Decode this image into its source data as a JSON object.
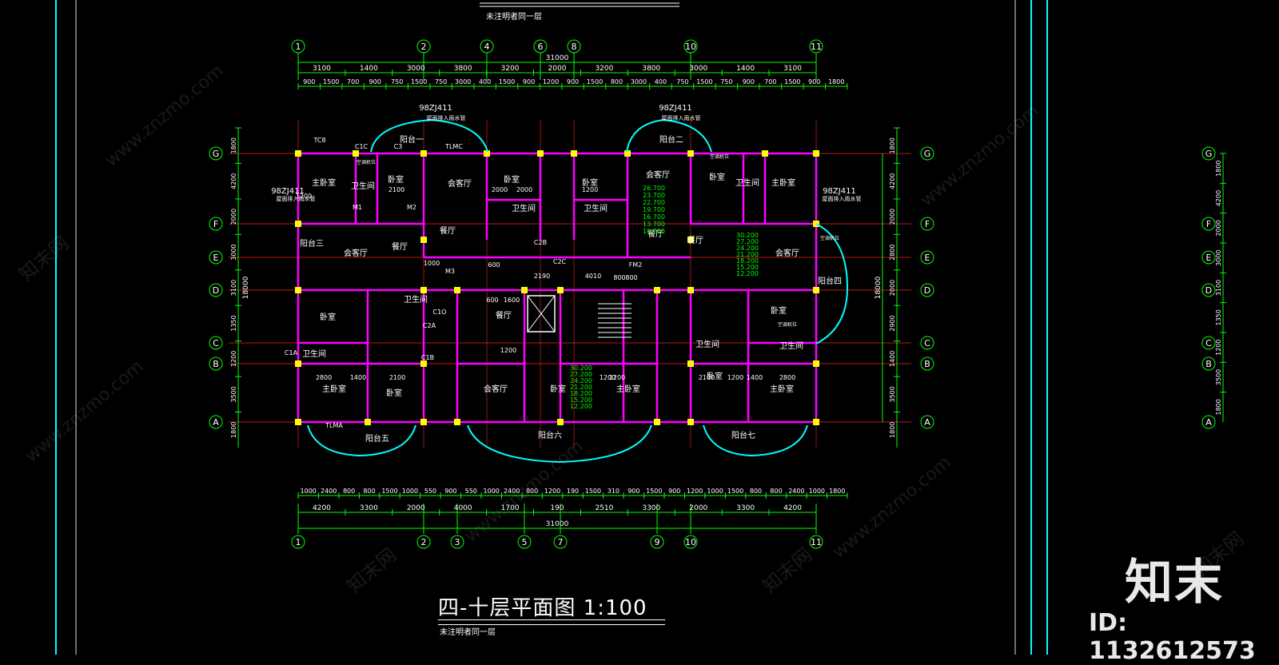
{
  "drawing": {
    "title": "四-十层平面图 1:100",
    "subtitle": "未注明者同一层",
    "top_subtitle": "未注明者同一层",
    "colors": {
      "background": "#000000",
      "grid_axis": "#ff2020",
      "walls": "#ff00ff",
      "columns": "#ffff00",
      "dimension": "#00ff00",
      "frame": "#00ffff",
      "text": "#ffffff"
    }
  },
  "axes": {
    "vertical_top": [
      "1",
      "2",
      "4",
      "6",
      "8",
      "10",
      "11"
    ],
    "vertical_bottom": [
      "1",
      "2",
      "3",
      "5",
      "7",
      "9",
      "10",
      "11"
    ],
    "horizontal": [
      "G",
      "F",
      "E",
      "D",
      "C",
      "B",
      "A"
    ]
  },
  "dimensions": {
    "top_total": "31000",
    "top_row1": [
      "3100",
      "1400",
      "3000",
      "3800",
      "3200",
      "2000",
      "3200",
      "3800",
      "3000",
      "1400",
      "3100"
    ],
    "top_row2": [
      "900",
      "1500",
      "700",
      "900",
      "750",
      "1500",
      "750",
      "3000",
      "400",
      "1500",
      "900",
      "1200",
      "900",
      "1500",
      "800",
      "3000",
      "400",
      "750",
      "1500",
      "750",
      "900",
      "700",
      "1500",
      "900",
      "1800"
    ],
    "bottom_total": "31000",
    "bottom_row1": [
      "1000",
      "2400",
      "800",
      "800",
      "1500",
      "1000",
      "550",
      "900",
      "550",
      "1000",
      "2400",
      "800",
      "1200",
      "190",
      "1500",
      "310",
      "900",
      "1500",
      "900",
      "1200",
      "1000",
      "1500",
      "800",
      "800",
      "2400",
      "1000",
      "1800"
    ],
    "bottom_row2": [
      "4200",
      "3300",
      "2000",
      "4000",
      "1700",
      "190",
      "2510",
      "3300",
      "2000",
      "3300",
      "4200"
    ],
    "left_side": [
      "1800",
      "4200",
      "2000",
      "3000",
      "3100",
      "1350",
      "1200",
      "3500",
      "1800"
    ],
    "left_total": "18000",
    "right_side": [
      "1800",
      "4200",
      "2000",
      "2800",
      "2000",
      "2900",
      "1400",
      "3500",
      "1800"
    ],
    "right_total": "18000"
  },
  "rooms": [
    {
      "label": "主卧室"
    },
    {
      "label": "卫生间"
    },
    {
      "label": "卧室"
    },
    {
      "label": "会客厅"
    },
    {
      "label": "卧室"
    },
    {
      "label": "卫生间"
    },
    {
      "label": "卧室"
    },
    {
      "label": "会客厅"
    },
    {
      "label": "卧室"
    },
    {
      "label": "卫生间"
    },
    {
      "label": "主卧室"
    },
    {
      "label": "会客厅"
    },
    {
      "label": "餐厅"
    },
    {
      "label": "餐厅"
    },
    {
      "label": "餐厅"
    },
    {
      "label": "餐厅"
    },
    {
      "label": "会客厅"
    },
    {
      "label": "阳台一"
    },
    {
      "label": "阳台二"
    },
    {
      "label": "阳台三"
    },
    {
      "label": "阳台四"
    },
    {
      "label": "阳台五"
    },
    {
      "label": "阳台六"
    },
    {
      "label": "阳台七"
    },
    {
      "label": "卧室"
    },
    {
      "label": "卫生间"
    },
    {
      "label": "主卧室"
    },
    {
      "label": "卧室"
    },
    {
      "label": "会客厅"
    },
    {
      "label": "卧室"
    },
    {
      "label": "主卧室"
    },
    {
      "label": "卧室"
    },
    {
      "label": "卫生间"
    },
    {
      "label": "卧室"
    },
    {
      "label": "主卧室"
    },
    {
      "label": "卫生间"
    },
    {
      "label": "卫生间"
    },
    {
      "label": "卫生间"
    },
    {
      "label": "餐厅"
    }
  ],
  "annotations": {
    "std_refs": [
      "98ZJ411",
      "98ZJ411",
      "98ZJ411",
      "98ZJ411"
    ],
    "pipe_note": "屋面排入雨水管",
    "window_codes": [
      "TC8",
      "C1C",
      "C3",
      "TLMC",
      "C2C",
      "C2B",
      "C1A",
      "TLMA",
      "C1B",
      "C2A",
      "C1O",
      "M1",
      "M2",
      "M3",
      "FM2"
    ],
    "elevations_left": [
      "26.700",
      "23.700",
      "22.700",
      "19.700",
      "16.700",
      "13.700",
      "10.700"
    ],
    "elevations_right": [
      "30.200",
      "27.200",
      "24.200",
      "21.200",
      "18.200",
      "15.200",
      "12.200"
    ],
    "elevations_center": [
      "30.200",
      "27.200",
      "24.200",
      "21.200",
      "18.200",
      "15.200",
      "12.200"
    ],
    "core_dims": [
      "1000",
      "600",
      "2190",
      "4010",
      "600",
      "1600",
      "1200",
      "800",
      "1200",
      "2100",
      "2800",
      "1400",
      "2100",
      "2100",
      "1200",
      "1400",
      "2800",
      "1200",
      "2000",
      "2000",
      "1200",
      "800",
      "1200"
    ],
    "note_small": "空调机位"
  },
  "brand": {
    "logo_text": "知末",
    "id_text": "ID: 1132612573",
    "watermark": "www.znzmo.com",
    "watermark_cn": "知末网"
  }
}
